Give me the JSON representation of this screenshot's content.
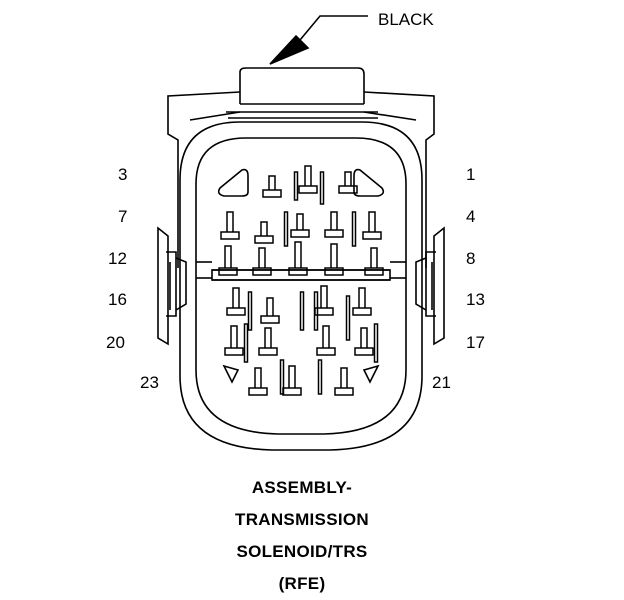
{
  "connector": {
    "color_label": "BLACK",
    "pin_labels": {
      "p3": "3",
      "p7": "7",
      "p12": "12",
      "p16": "16",
      "p20": "20",
      "p23": "23",
      "p1": "1",
      "p4": "4",
      "p8": "8",
      "p13": "13",
      "p17": "17",
      "p21": "21"
    }
  },
  "caption": {
    "line1": "ASSEMBLY-",
    "line2": "TRANSMISSION",
    "line3": "SOLENOID/TRS",
    "line4": "(RFE)"
  }
}
